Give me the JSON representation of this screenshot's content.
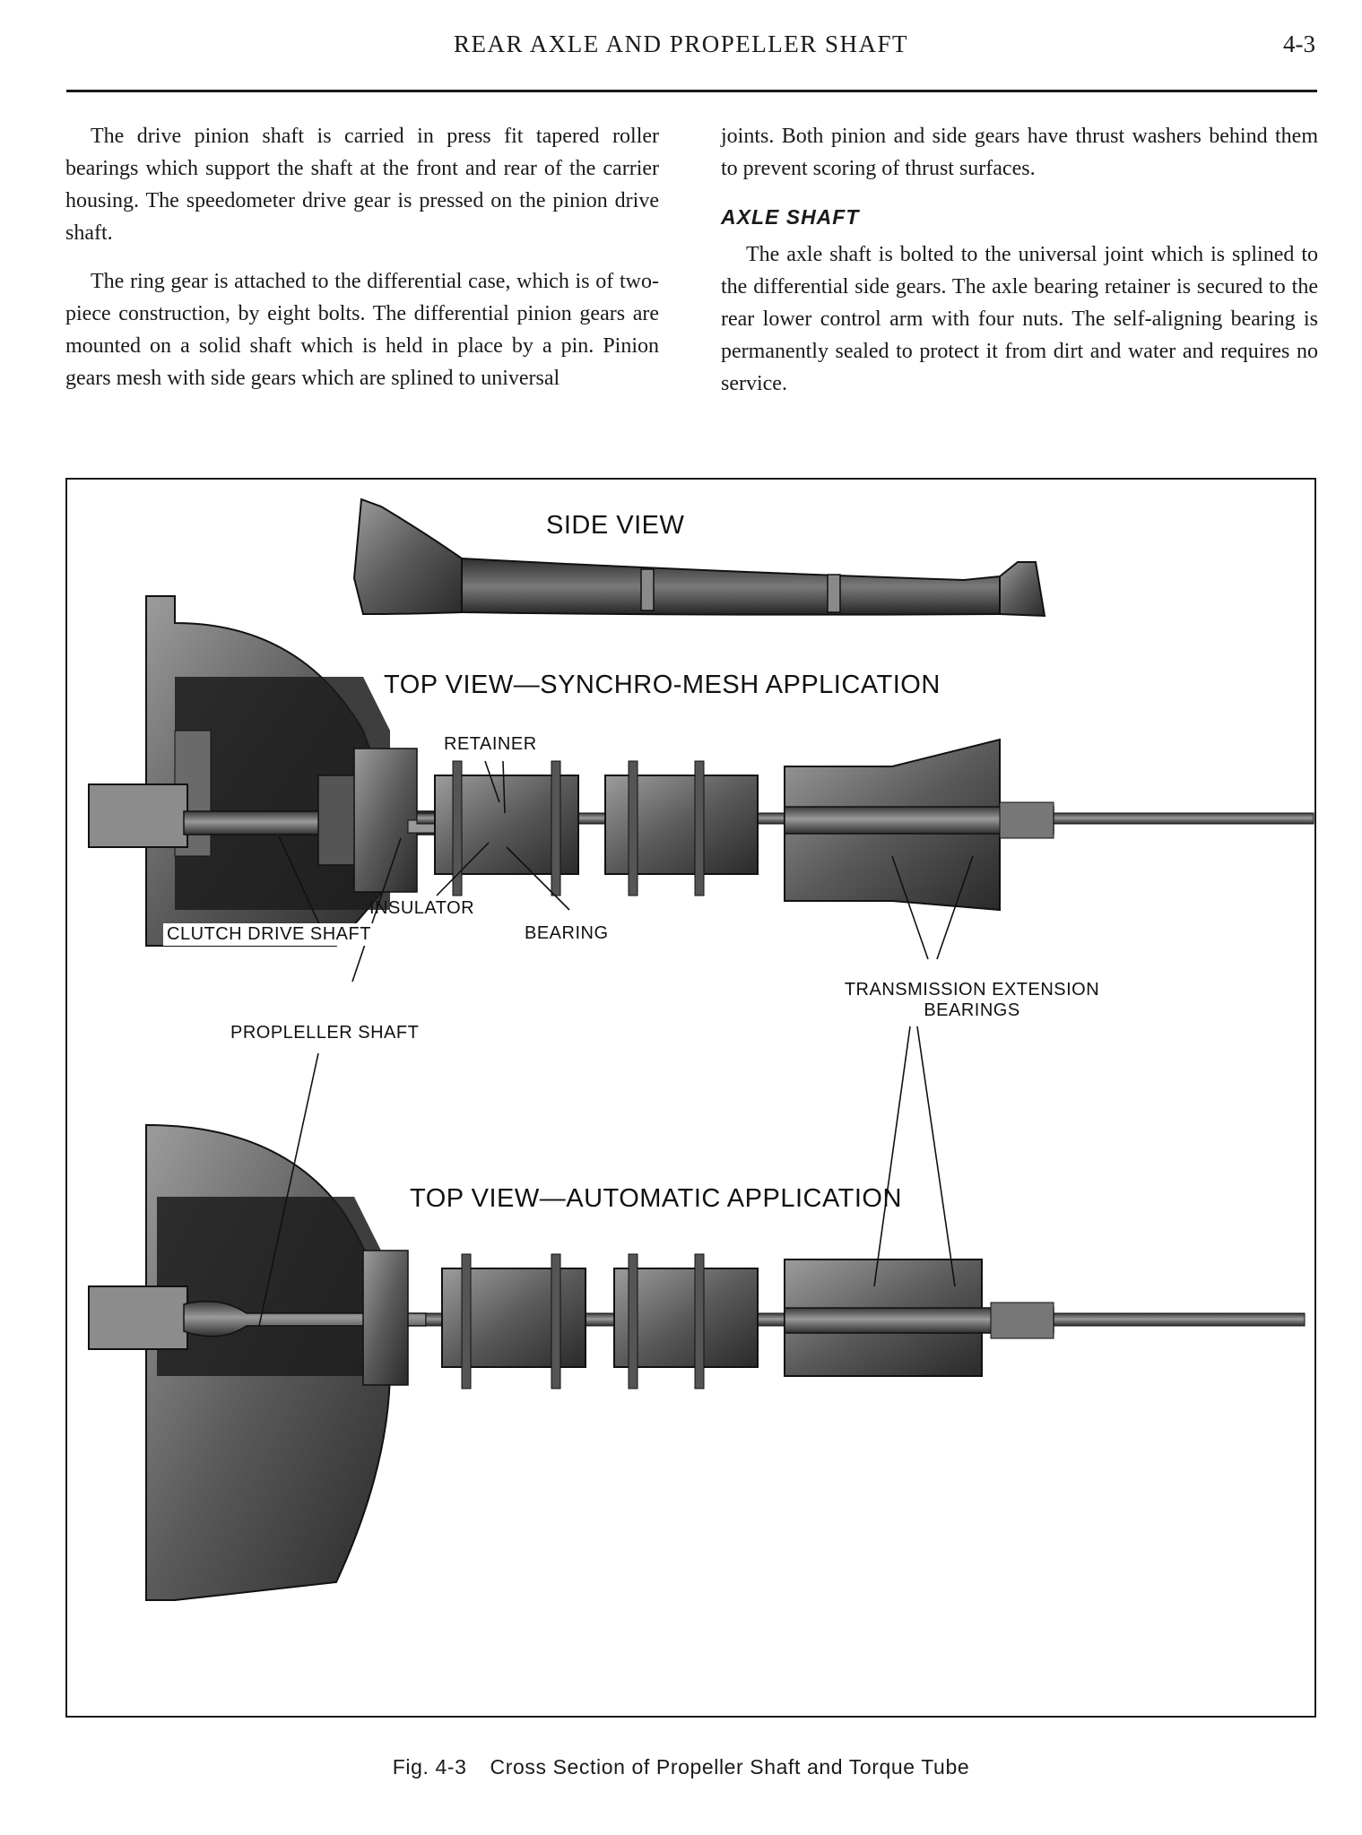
{
  "header": {
    "title": "REAR AXLE AND PROPELLER SHAFT",
    "page_number": "4-3"
  },
  "left_column": {
    "p1": "The drive pinion shaft is carried in press fit tapered roller bearings which support the shaft at the front and rear of the carrier housing. The speedometer drive gear is pressed on the pinion drive shaft.",
    "p2": "The ring gear is attached to the differential case, which is of two-piece construction, by eight bolts. The differential pinion gears are mounted on a solid shaft which is held in place by a pin. Pinion gears mesh with side gears which are splined to universal"
  },
  "right_column": {
    "p1": "joints. Both pinion and side gears have thrust washers behind them to prevent scoring of thrust surfaces.",
    "section_heading": "AXLE SHAFT",
    "p2": "The axle shaft is bolted to the universal joint which is splined to the differential side gears. The axle bearing retainer is secured to the rear lower control arm with four nuts. The self-aligning bearing is permanently sealed to protect it from dirt and water and requires no service."
  },
  "figure": {
    "labels": {
      "side_view": "SIDE VIEW",
      "top_view_synchro": "TOP VIEW—SYNCHRO-MESH APPLICATION",
      "retainer": "RETAINER",
      "insulator": "INSULATOR",
      "bearing": "BEARING",
      "clutch_drive_shaft": "CLUTCH DRIVE SHAFT",
      "propeller_shaft": "PROPLELLER SHAFT",
      "transmission_extension_line1": "TRANSMISSION EXTENSION",
      "transmission_extension_line2": "BEARINGS",
      "top_view_automatic": "TOP VIEW—AUTOMATIC APPLICATION"
    },
    "caption_number": "Fig. 4-3",
    "caption_text": "Cross Section of Propeller Shaft and Torque Tube"
  }
}
